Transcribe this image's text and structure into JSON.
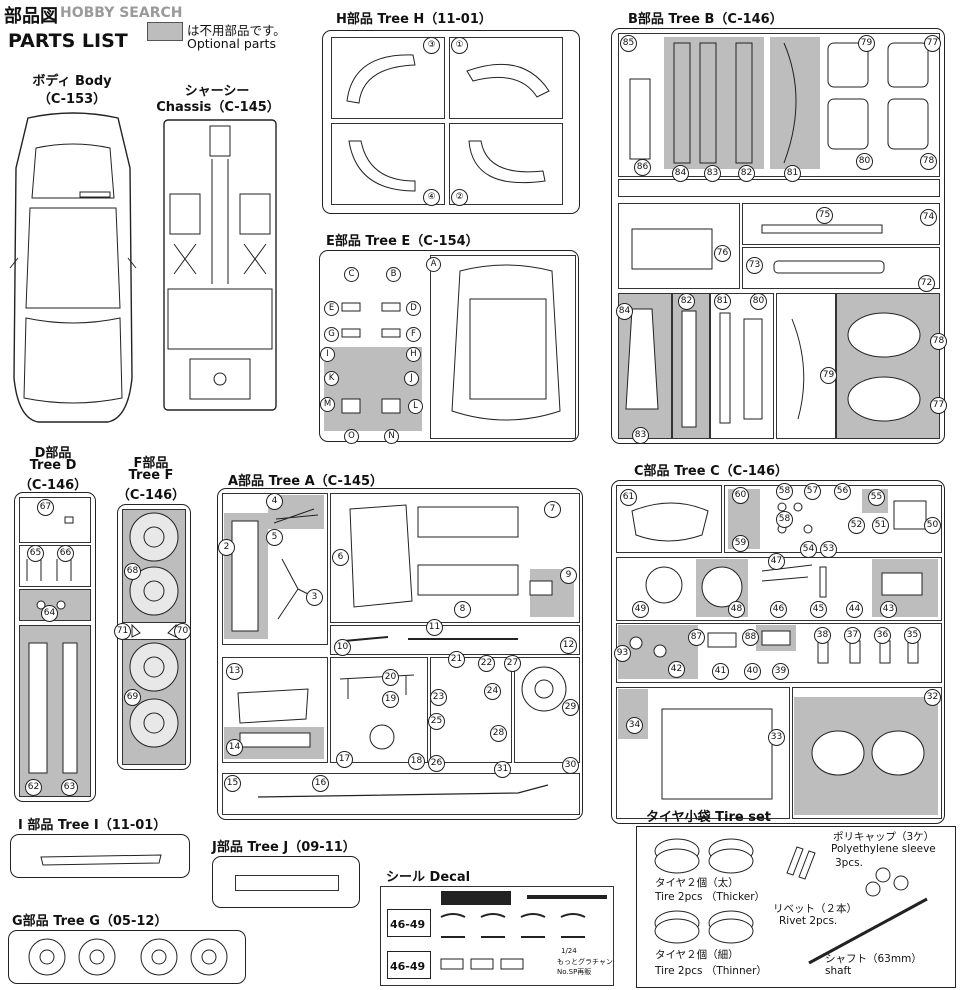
{
  "header": {
    "title_jp": "部品図",
    "watermark": "HOBBY SEARCH",
    "title_en": "PARTS LIST",
    "legend_jp": "は不用部品です。",
    "legend_en": "Optional parts",
    "legend_color": "#bdbdbd"
  },
  "body": {
    "label_jp": "ボディ Body",
    "code": "（C-153）"
  },
  "chassis": {
    "label_jp": "シャーシー",
    "label_en": "Chassis（C-145）"
  },
  "tree_h": {
    "label": "H部品 Tree H（11-01）",
    "parts": [
      "③",
      "①",
      "④",
      "②"
    ]
  },
  "tree_b": {
    "label": "B部品 Tree B（C-146）",
    "parts": [
      "85",
      "86",
      "84",
      "83",
      "82",
      "81",
      "79",
      "77",
      "80",
      "78",
      "75",
      "74",
      "76",
      "73",
      "72",
      "84",
      "82",
      "81",
      "80",
      "79",
      "78",
      "77",
      "83"
    ]
  },
  "tree_e": {
    "label": "E部品 Tree E（C-154）",
    "letters": [
      "C",
      "B",
      "A",
      "E",
      "D",
      "G",
      "F",
      "I",
      "H",
      "K",
      "J",
      "M",
      "L",
      "O",
      "N"
    ]
  },
  "tree_d": {
    "label1": "D部品",
    "label2": "Tree D",
    "code": "（C-146）",
    "parts": [
      "67",
      "65",
      "66",
      "64",
      "62",
      "63"
    ]
  },
  "tree_f": {
    "label1": "F部品",
    "label2": "Tree F",
    "code": "（C-146）",
    "parts": [
      "68",
      "71",
      "70",
      "69"
    ]
  },
  "tree_a": {
    "label": "A部品 Tree A（C-145）",
    "parts": [
      "4",
      "2",
      "5",
      "3",
      "6",
      "7",
      "9",
      "8",
      "10",
      "11",
      "12",
      "13",
      "14",
      "20",
      "19",
      "18",
      "17",
      "21",
      "22",
      "23",
      "24",
      "25",
      "26",
      "27",
      "28",
      "29",
      "30",
      "31",
      "15",
      "16"
    ]
  },
  "tree_c": {
    "label": "C部品 Tree C（C-146）",
    "parts": [
      "61",
      "60",
      "58",
      "57",
      "56",
      "55",
      "58",
      "52",
      "51",
      "50",
      "59",
      "54",
      "53",
      "47",
      "49",
      "48",
      "46",
      "45",
      "44",
      "43",
      "93",
      "87",
      "88",
      "38",
      "37",
      "36",
      "35",
      "42",
      "41",
      "40",
      "39",
      "34",
      "33",
      "32"
    ]
  },
  "tree_i": {
    "label": "I 部品 Tree I（11-01）"
  },
  "tree_j": {
    "label": "J部品 Tree J（09-11）"
  },
  "tree_g": {
    "label": "G部品 Tree G（05-12）"
  },
  "decal": {
    "label": "シール Decal",
    "plate": "46-49",
    "note1": "1/24",
    "note2": "もっとグラチャン",
    "note3": "No.SP再販"
  },
  "tire_set": {
    "label": "タイヤ小袋 Tire set",
    "poly_jp": "ポリキャップ（3ケ）",
    "poly_en1": "Polyethylene sleeve",
    "poly_en2": "3pcs.",
    "thick_jp": "タイヤ２個（太）",
    "thick_en": "Tire 2pcs （Thicker）",
    "rivet_jp": "リベット（２本）",
    "rivet_en": "Rivet 2pcs.",
    "thin_jp": "タイヤ２個（細）",
    "thin_en": "Tire 2pcs （Thinner）",
    "shaft_jp": "シャフト（63mm）",
    "shaft_en": "shaft"
  }
}
